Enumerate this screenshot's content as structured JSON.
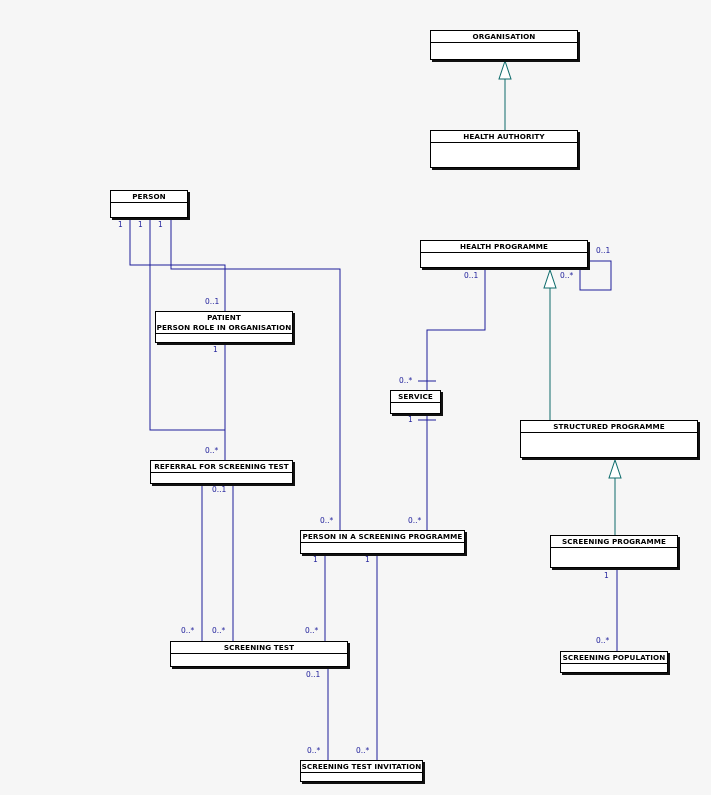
{
  "colors": {
    "association_line": "#1d1d9a",
    "generalization_line": "#0d6b6b",
    "multiplicity_text": "#1d1d9a"
  },
  "classes": {
    "organisation": "ORGANISATION",
    "health_authority": "HEALTH AUTHORITY",
    "person": "PERSON",
    "health_programme": "HEALTH PROGRAMME",
    "patient_line1": "PATIENT",
    "patient_line2": "PERSON ROLE IN ORGANISATION",
    "service": "SERVICE",
    "structured_programme": "STRUCTURED PROGRAMME",
    "referral": "REFERRAL FOR SCREENING TEST",
    "person_in_programme": "PERSON IN A SCREENING PROGRAMME",
    "screening_programme": "SCREENING PROGRAMME",
    "screening_test": "SCREENING TEST",
    "screening_population": "SCREENING POPULATION",
    "screening_test_invitation": "SCREENING TEST INVITATION"
  },
  "multiplicities": {
    "person_1a": "1",
    "person_1b": "1",
    "person_1c": "1",
    "hp_self": "0..1",
    "hp_service": "0..1",
    "hp_sub": "0..*",
    "patient_top": "0..1",
    "patient_bottom": "1",
    "service_top": "0..*",
    "service_bottom": "1",
    "referral_top": "0..*",
    "referral_bottom": "0..1",
    "pisp_left": "0..*",
    "pisp_right": "0..*",
    "pisp_b1": "1",
    "pisp_b2": "1",
    "sp_bottom": "1",
    "st_a": "0..*",
    "st_b": "0..*",
    "st_c": "0..*",
    "st_bottom": "0..1",
    "pop_top": "0..*",
    "sti_a": "0..*",
    "sti_b": "0..*"
  }
}
